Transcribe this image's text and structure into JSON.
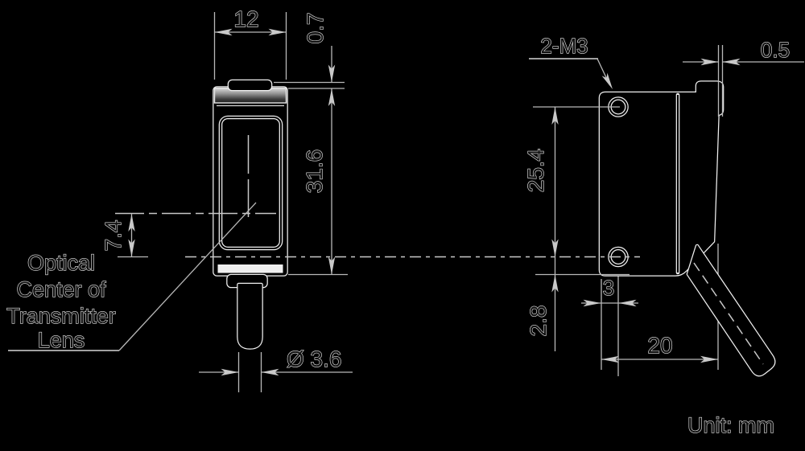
{
  "drawing_type": "sensor-outline-dimension-drawing",
  "colors": {
    "background": "#000000",
    "ink_outline": "#f0f0f0",
    "dimension_lines": "#b8b8b8",
    "text_fill": "#121212",
    "text_halo": "#e4e4e4",
    "cap_highlight": "#dcdcdc",
    "white_band": "#efefef"
  },
  "front_view": {
    "width": "12",
    "tab_height": "0.7",
    "height": "31.6",
    "optical_offset": "7.4",
    "cable_diameter": "Ø 3.6",
    "callout": {
      "line1": "Optical",
      "line2": "Center of",
      "line3": "Transmitter",
      "line4": "Lens"
    }
  },
  "side_view": {
    "mounting_holes": "2-M3",
    "lip_offset": "0.5",
    "hole_spacing": "25.4",
    "hole_to_bottom": "2.8",
    "hole_to_face": "3",
    "depth": "20"
  },
  "footer": {
    "units": "Unit: mm"
  }
}
